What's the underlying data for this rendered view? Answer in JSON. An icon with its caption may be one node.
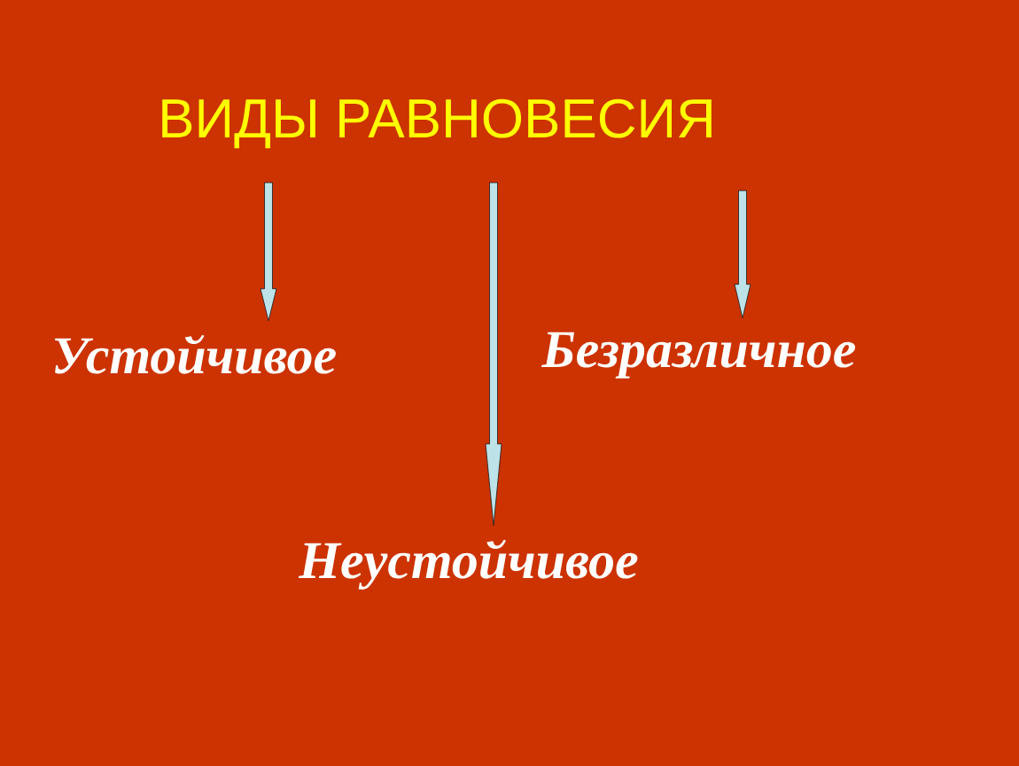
{
  "diagram": {
    "title": "ВИДЫ РАВНОВЕСИЯ",
    "nodes": [
      {
        "text": [
          "Устойчивое"
        ]
      },
      {
        "text": [
          "Безразличное"
        ]
      },
      {
        "text": [
          "Неустойчивое"
        ]
      }
    ],
    "edges": [
      {
        "from": null,
        "to": 0,
        "arrow": "to"
      },
      {
        "from": null,
        "to": 2,
        "arrow": "to"
      },
      {
        "from": null,
        "to": 1,
        "arrow": "to"
      }
    ]
  }
}
